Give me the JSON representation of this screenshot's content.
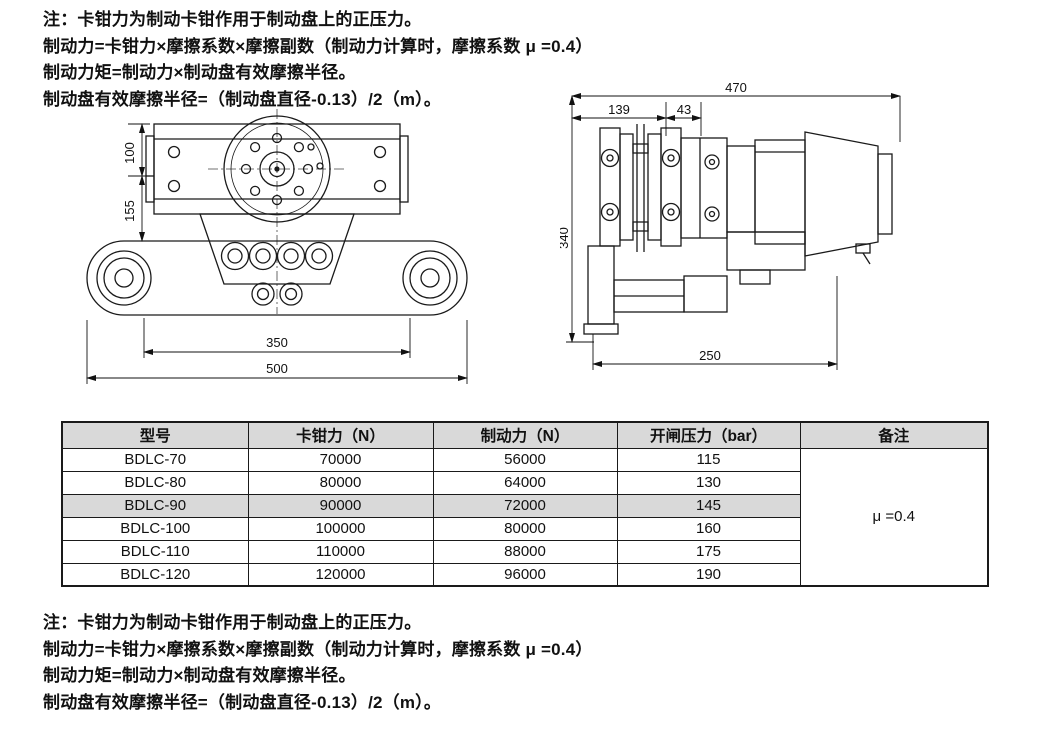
{
  "notes_top": {
    "line1": "注：卡钳力为制动卡钳作用于制动盘上的正压力。",
    "line2": "制动力=卡钳力×摩擦系数×摩擦副数（制动力计算时，摩擦系数 μ =0.4）",
    "line3": "制动力矩=制动力×制动盘有效摩擦半径。",
    "line4": "制动盘有效摩擦半径=（制动盘直径-0.13）/2（m）。"
  },
  "front_view": {
    "dim_100": "100",
    "dim_155": "155",
    "dim_350": "350",
    "dim_500": "500"
  },
  "side_view": {
    "dim_470": "470",
    "dim_139": "139",
    "dim_43": "43",
    "dim_340": "340",
    "dim_250": "250"
  },
  "table": {
    "headers": [
      "型号",
      "卡钳力（N）",
      "制动力（N）",
      "开闸压力（bar）",
      "备注"
    ],
    "rows": [
      {
        "model": "BDLC-70",
        "clamp_force": "70000",
        "brake_force": "56000",
        "open_pressure": "115"
      },
      {
        "model": "BDLC-80",
        "clamp_force": "80000",
        "brake_force": "64000",
        "open_pressure": "130"
      },
      {
        "model": "BDLC-90",
        "clamp_force": "90000",
        "brake_force": "72000",
        "open_pressure": "145"
      },
      {
        "model": "BDLC-100",
        "clamp_force": "100000",
        "brake_force": "80000",
        "open_pressure": "160"
      },
      {
        "model": "BDLC-110",
        "clamp_force": "110000",
        "brake_force": "88000",
        "open_pressure": "175"
      },
      {
        "model": "BDLC-120",
        "clamp_force": "120000",
        "brake_force": "96000",
        "open_pressure": "190"
      }
    ],
    "remark": "μ =0.4"
  },
  "notes_bottom": {
    "line1": "注：卡钳力为制动卡钳作用于制动盘上的正压力。",
    "line2": "制动力=卡钳力×摩擦系数×摩擦副数（制动力计算时，摩擦系数 μ =0.4）",
    "line3": "制动力矩=制动力×制动盘有效摩擦半径。",
    "line4": "制动盘有效摩擦半径=（制动盘直径-0.13）/2（m）。"
  },
  "colors": {
    "header_bg": "#d9d9d9",
    "row_highlight": "#d9d9d9",
    "line": "#1a1a1a"
  }
}
